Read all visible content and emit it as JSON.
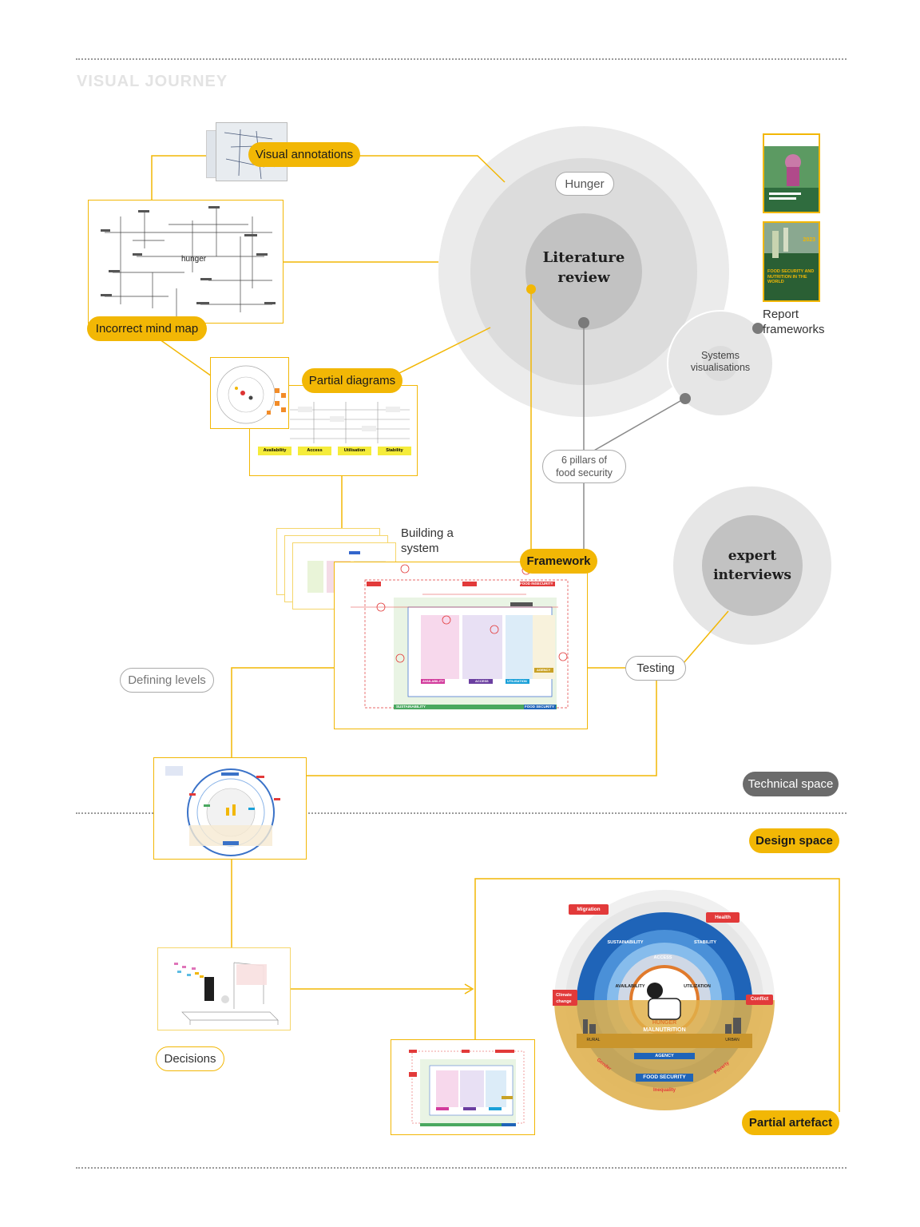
{
  "title": "VISUAL JOURNEY",
  "colors": {
    "accent": "#f2b705",
    "circle_outer": "#ebebeb",
    "circle_mid": "#dcdcdc",
    "circle_inner": "#c2c2c2",
    "connector_grey": "#8a8a8a",
    "dark_pill": "#6b6b6b",
    "food_security_blue": "#1f64b8",
    "alert_red": "#e23a3a"
  },
  "nodes": {
    "visual_annotations": "Visual annotations",
    "incorrect_mind_map": "Incorrect mind map",
    "mind_map_center": "hunger",
    "partial_diagrams": "Partial diagrams",
    "hunger": "Hunger",
    "literature_review": "Literature review",
    "report_frameworks": "Report frameworks",
    "systems_visualisations": "Systems visualisations",
    "six_pillars": "6 pillars of food security",
    "building_system": "Building a system",
    "framework": "Framework",
    "expert_interviews": "expert interviews",
    "testing": "Testing",
    "defining_levels": "Defining levels",
    "technical_space": "Technical space",
    "design_space": "Design space",
    "decisions": "Decisions",
    "partial_artefact": "Partial artefact"
  },
  "partial_diagram_tags": [
    "Availability",
    "Access",
    "Utilisation",
    "Stability"
  ],
  "artefact": {
    "outer_tags": [
      "Migration",
      "Health",
      "Climate change",
      "Conflict"
    ],
    "ring_labels": [
      "SUSTAINABILITY",
      "STABILITY",
      "ACCESS",
      "AVAILABILITY",
      "UTILIZATION",
      "AGENCY"
    ],
    "hunger": "HUNGER",
    "malnutrition": "MALNUTRITION",
    "rural": "RURAL",
    "urban": "URBAN",
    "food_security": "FOOD SECURITY",
    "inequality_labels": [
      "Gender",
      "Inequality",
      "Poverty"
    ]
  },
  "framework_mini": {
    "food_insecurity": "FOOD INSECURITY",
    "food_security": "FOOD SECURITY",
    "sustainability": "SUSTAINABILITY",
    "pillars": [
      "AVAILABILITY",
      "ACCESS",
      "UTILISATION"
    ],
    "agency": "AGENCY"
  },
  "book_covers": {
    "report_a": "2023",
    "report_b_title": "FOOD SECURITY AND NUTRITION IN THE WORLD"
  }
}
